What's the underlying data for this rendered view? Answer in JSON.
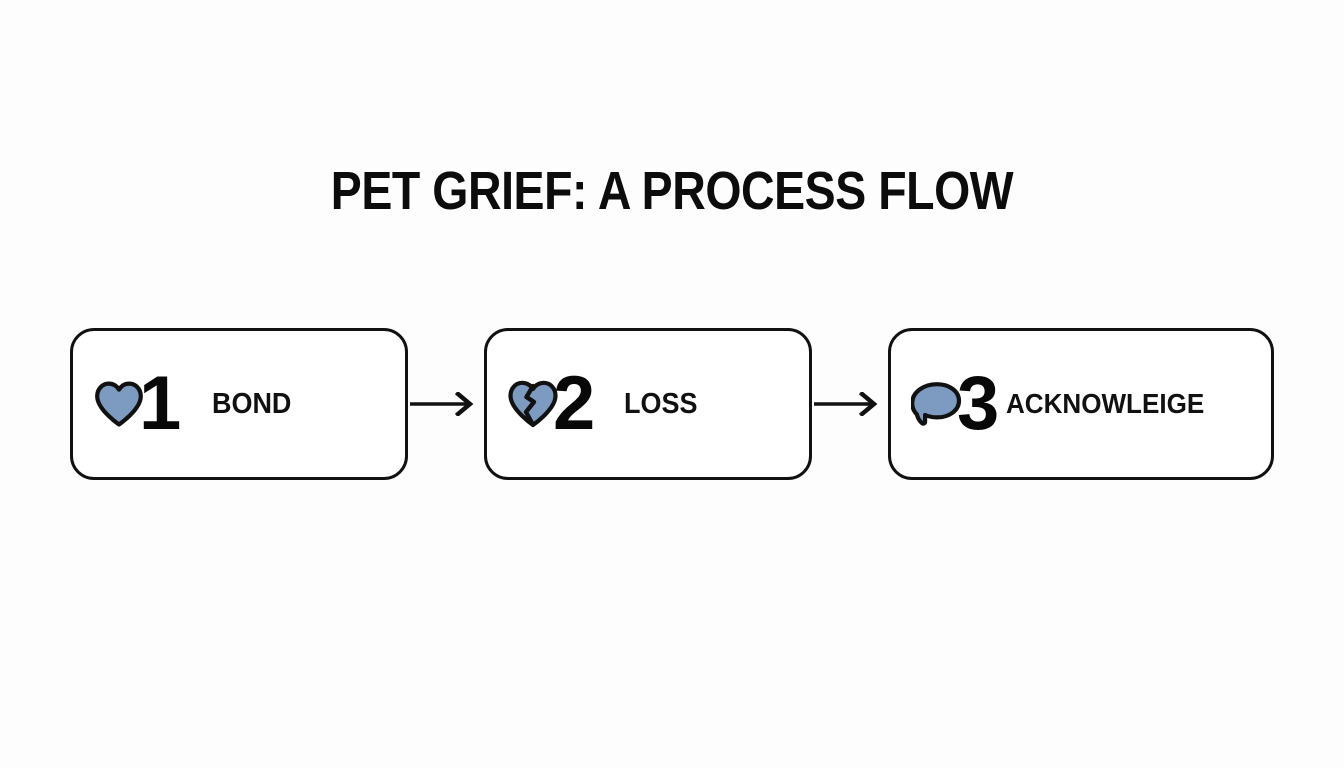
{
  "page": {
    "title": "PET GRIEF: A PROCESS FLOW",
    "background_color": "#fdfdfd",
    "ink_color": "#111111",
    "accent_color": "#7d9bc0"
  },
  "flow": {
    "steps": [
      {
        "number": "1",
        "label": "BOND",
        "icon": "blue-heart-icon"
      },
      {
        "number": "2",
        "label": "LOSS",
        "icon": "broken-heart-icon"
      },
      {
        "number": "3",
        "label": "ACKNOWLEIGE",
        "icon": "speech-bubble-icon"
      }
    ],
    "connectors": [
      {
        "name": "arrow-right-icon"
      },
      {
        "name": "arrow-right-icon"
      }
    ]
  }
}
